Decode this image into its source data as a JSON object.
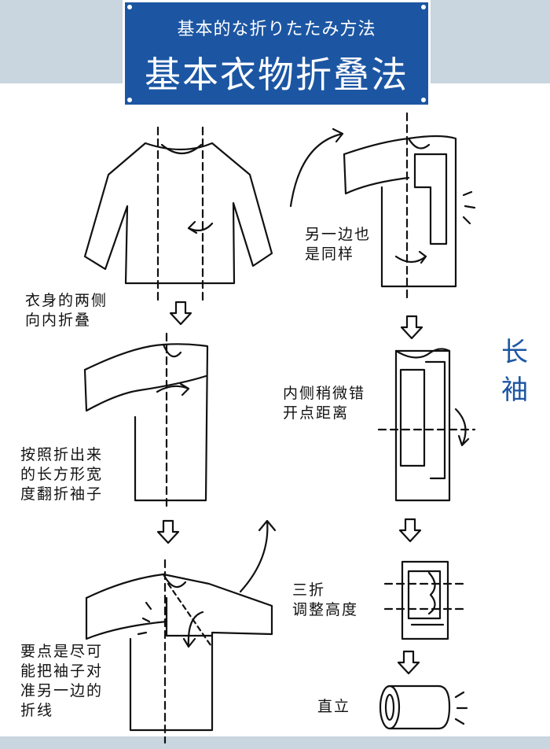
{
  "header": {
    "subtitle": "基本的な折りたたみ方法",
    "title": "基本衣物折叠法"
  },
  "side_label": [
    "长",
    "袖"
  ],
  "steps": [
    {
      "id": "step1",
      "text": "衣身的两侧\n向内折叠"
    },
    {
      "id": "step2",
      "text": "按照折出来\n的长方形宽\n度翻折袖子"
    },
    {
      "id": "step3",
      "text": "要点是尽可\n能把袖子对\n准另一边的\n折线"
    },
    {
      "id": "step4",
      "text": "另一边也\n是同样"
    },
    {
      "id": "step5",
      "text": "内侧稍微错\n开点距离"
    },
    {
      "id": "step6",
      "text": "三折\n调整高度"
    },
    {
      "id": "step7",
      "text": "直立"
    }
  ],
  "colors": {
    "banner": "#1c56a3",
    "band": "#c9d5df",
    "ink": "#111111",
    "accent_text": "#1c56a3"
  }
}
